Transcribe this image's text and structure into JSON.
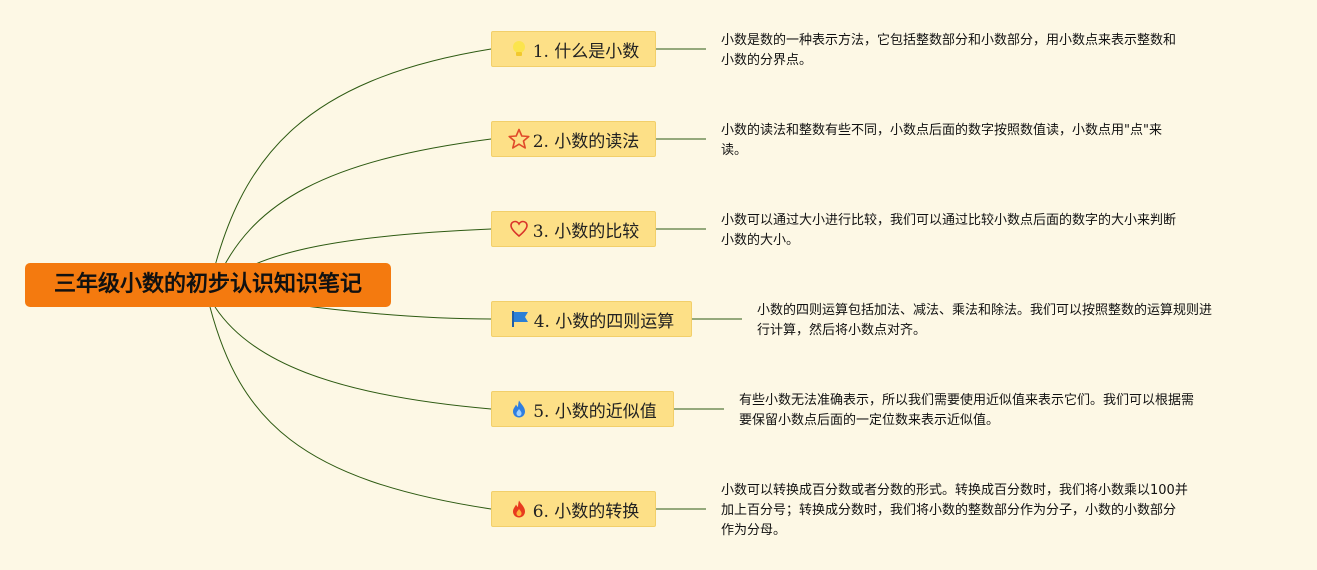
{
  "root": {
    "title": "三年级小数的初步认识知识笔记"
  },
  "colors": {
    "background": "#fdf8e5",
    "root": "#f47a0f",
    "topic": "#fde087",
    "connector": "#2d5a12"
  },
  "topics": [
    {
      "label": "1. 什么是小数",
      "icon": "lightbulb-icon",
      "note": [
        "小数是数的一种表示方法，它包括整数部分和小数部分，用小数点来表示整数和",
        "小数的分界点。"
      ]
    },
    {
      "label": "2. 小数的读法",
      "icon": "star-icon",
      "note": [
        "小数的读法和整数有些不同，小数点后面的数字按照数值读，小数点用\"点\"来",
        "读。"
      ]
    },
    {
      "label": "3. 小数的比较",
      "icon": "heart-icon",
      "note": [
        "小数可以通过大小进行比较，我们可以通过比较小数点后面的数字的大小来判断",
        "小数的大小。"
      ]
    },
    {
      "label": "4. 小数的四则运算",
      "icon": "flag-icon",
      "note": [
        "小数的四则运算包括加法、减法、乘法和除法。我们可以按照整数的运算规则进",
        "行计算，然后将小数点对齐。"
      ]
    },
    {
      "label": "5. 小数的近似值",
      "icon": "flame-blue-icon",
      "note": [
        "有些小数无法准确表示，所以我们需要使用近似值来表示它们。我们可以根据需",
        "要保留小数点后面的一定位数来表示近似值。"
      ]
    },
    {
      "label": "6. 小数的转换",
      "icon": "flame-red-icon",
      "note": [
        "小数可以转换成百分数或者分数的形式。转换成百分数时，我们将小数乘以100并",
        "加上百分号；转换成分数时，我们将小数的整数部分作为分子，小数的小数部分",
        "作为分母。"
      ]
    }
  ]
}
